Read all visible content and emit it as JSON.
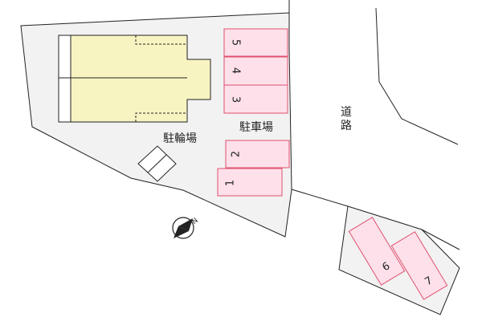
{
  "map": {
    "labels": {
      "parking": "駐車場",
      "bicycle_parking": "駐輪場",
      "road_char1": "道",
      "road_char2": "路"
    },
    "compass": {
      "letter": "N"
    },
    "parking_slots": [
      {
        "num": "5"
      },
      {
        "num": "4"
      },
      {
        "num": "3"
      },
      {
        "num": "2"
      },
      {
        "num": "1"
      },
      {
        "num": "6"
      },
      {
        "num": "7"
      }
    ],
    "colors": {
      "lot_fill": "#f2f2f2",
      "building_fill": "#f8f4c2",
      "slot_fill": "#fde0ea",
      "slot_stroke": "#e0506e",
      "outline": "#222222"
    }
  }
}
